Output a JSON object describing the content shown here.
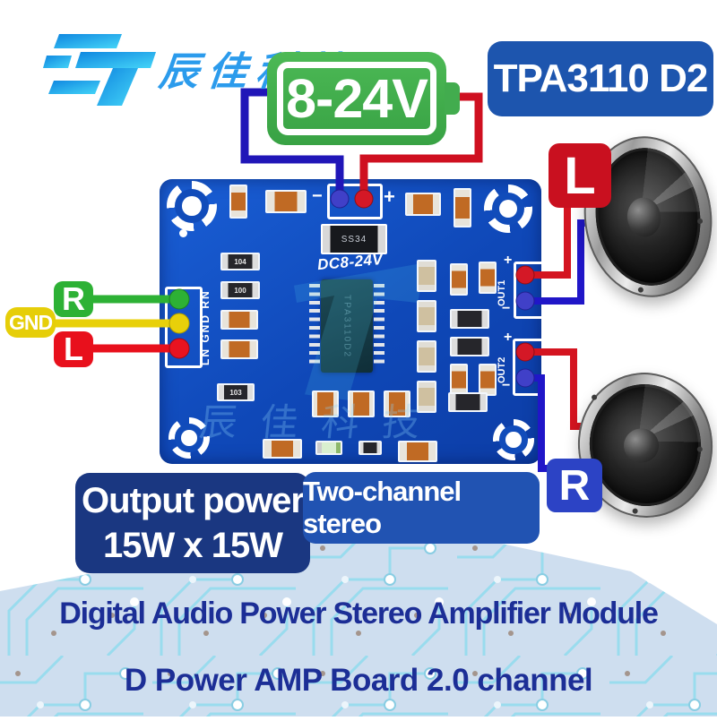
{
  "brand": {
    "logo_text": "辰佳科技"
  },
  "annotations": {
    "voltage_range": "8-24V",
    "chip_model": "TPA3110 D2",
    "speaker_left": "L",
    "speaker_right": "R",
    "input_right": "R",
    "input_ground": "GND",
    "input_left": "L",
    "output_power_line1": "Output power",
    "output_power_line2": "15W x 15W",
    "stereo": "Two-channel stereo"
  },
  "board_silkscreen": {
    "voltage": "DC8-24V",
    "minus": "−",
    "plus": "+",
    "input_pins": "LN GND RN",
    "out1": "OUT1",
    "out2": "OUT2",
    "diode": "SS34",
    "chip": "TPA3110D2",
    "res_104": "104",
    "res_100": "100",
    "res_103": "103",
    "watermark": "辰佳科技"
  },
  "title": {
    "line1": "Digital Audio Power Stereo Amplifier Module",
    "line2": "D Power AMP Board 2.0 channel"
  },
  "colors": {
    "pcb_blue": "#1254c6",
    "battery_green": "#42ac4e",
    "chip_badge_blue": "#1d55ae",
    "output_power_badge": "#1a3781",
    "stereo_badge": "#2153b2",
    "title_navy": "#1c2e96",
    "wire_red": "#d41420",
    "wire_blue": "#2016b8",
    "wire_green": "#2db135",
    "wire_yellow": "#e8d00a",
    "label_red": "#e8101c",
    "speaker_r_blue": "#2c43c5"
  }
}
